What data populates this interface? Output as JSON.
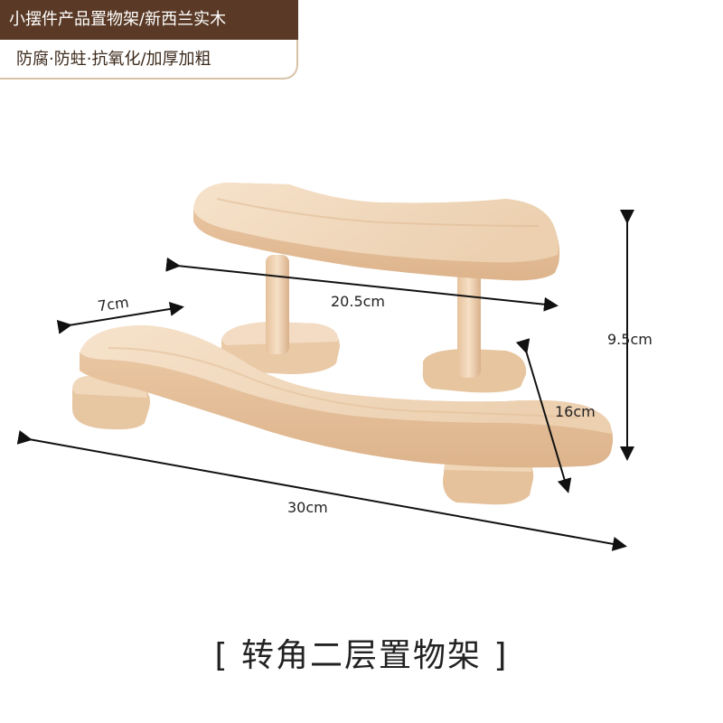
{
  "badge": {
    "title": "小摆件产品置物架/新西兰实木",
    "features": "防腐·防蛀·抗氧化/加厚加粗"
  },
  "dimensions": {
    "top_length": "20.5cm",
    "width": "7cm",
    "height": "9.5cm",
    "depth": "16cm",
    "base_length": "30cm"
  },
  "caption": "[ 转角二层置物架 ]",
  "colors": {
    "badge_bg": "#5a3a26",
    "wood_light": "#f3dcc3",
    "wood_mid": "#e9c9a6",
    "wood_dark": "#d4ab82"
  }
}
